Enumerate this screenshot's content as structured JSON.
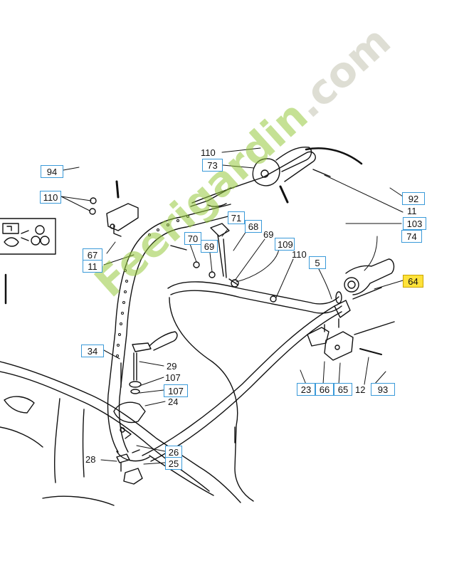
{
  "labels": {
    "l94": "94",
    "l110a": "110",
    "l110b": "110",
    "l110c": "110",
    "l73": "73",
    "l92": "92",
    "l11a": "11",
    "l103": "103",
    "l74": "74",
    "l71": "71",
    "l68": "68",
    "l69a": "69",
    "l69b": "69",
    "l70": "70",
    "l109": "109",
    "l67": "67",
    "l11b": "11",
    "l5": "5",
    "l64": "64",
    "l34": "34",
    "l29": "29",
    "l107a": "107",
    "l107b": "107",
    "l24": "24",
    "l23": "23",
    "l66": "66",
    "l65": "65",
    "l12": "12",
    "l93": "93",
    "l26": "26",
    "l28": "28",
    "l25": "25"
  },
  "watermark": {
    "brand": "Feerigardin",
    "tld": ".com"
  },
  "colors": {
    "callout_border": "#3a9ad9",
    "highlight": "#ffe23a",
    "watermark_green": "#96c83c"
  }
}
